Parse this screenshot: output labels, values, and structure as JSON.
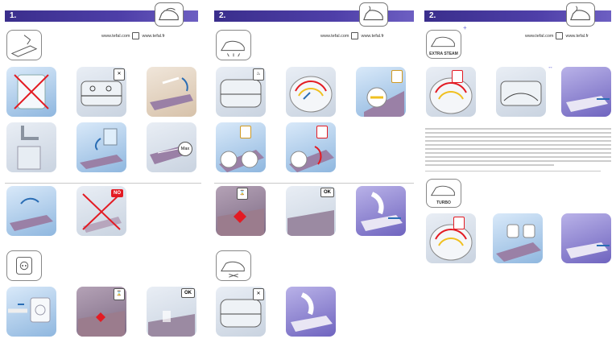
{
  "sections": [
    {
      "number": "1."
    },
    {
      "number": "2."
    },
    {
      "number": "2."
    }
  ],
  "web": {
    "left": "www.tefal.com",
    "right": "www.tefal.fr"
  },
  "badges": {
    "ok": "OK",
    "no": "NO",
    "max": "Max"
  },
  "labels": {
    "extra_steam": "EXTRA STEAM",
    "turbo": "TURBO"
  },
  "colors": {
    "header": "#4e3fa8",
    "accent_red": "#e31b23",
    "accent_blue": "#6b6bd8"
  }
}
